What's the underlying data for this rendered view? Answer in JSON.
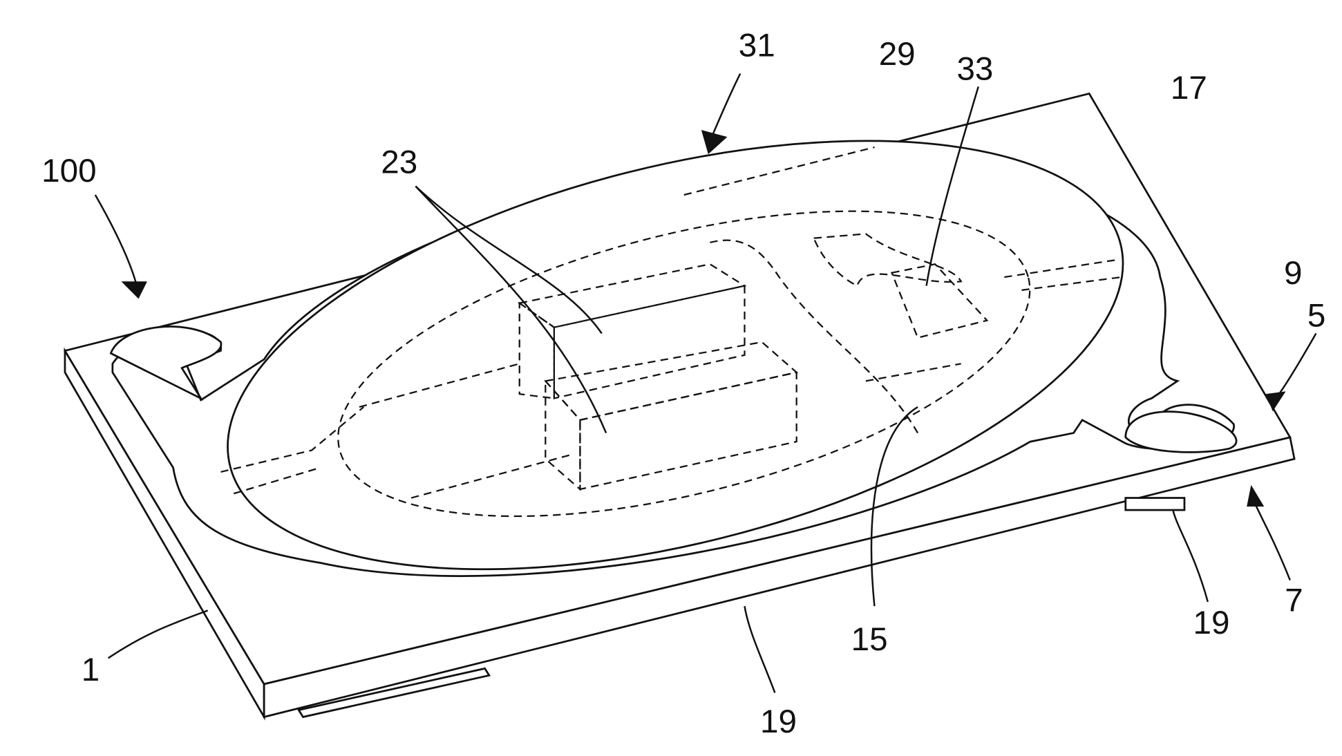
{
  "figure": {
    "labels": {
      "device": "100",
      "substrate": "1",
      "corner_top": "5",
      "corner_bottom": "7",
      "electrode_pad": "9",
      "lens_region": "15",
      "wiring": "17",
      "terminal_right": "19",
      "terminal_bottom": "19",
      "chips": "23",
      "encapsulant": "29",
      "dome": "31",
      "element": "33"
    }
  }
}
